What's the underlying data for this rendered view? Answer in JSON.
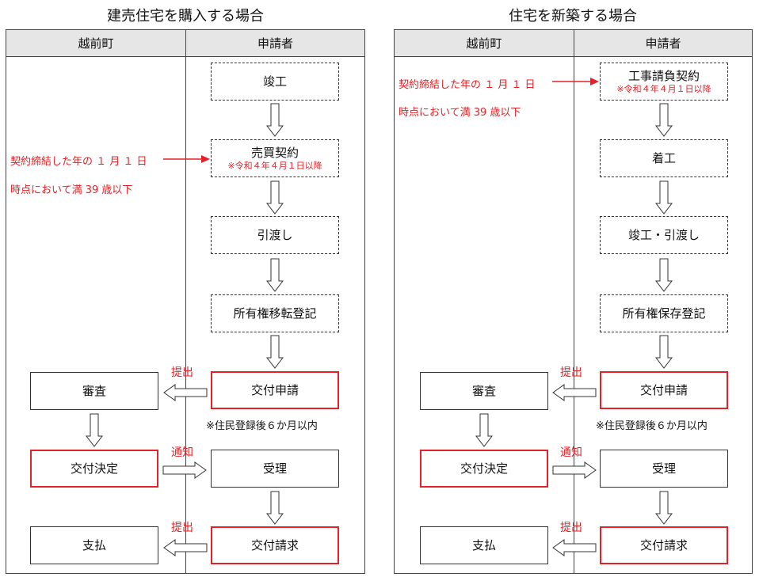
{
  "colors": {
    "accent_red": "#e32126",
    "header_bg": "#e6e6e6",
    "line": "#444444"
  },
  "left": {
    "title": "建売住宅を購入する場合",
    "col_town": "越前町",
    "col_applicant": "申請者",
    "steps": [
      "竣工",
      "売買契約",
      "引渡し",
      "所有権移転登記"
    ],
    "contract_note": "※令和４年４月１日以降",
    "age_line1": "契約締結した年の １ 月 １ 日",
    "age_line2": "時点において満 39 歳以下",
    "apply": "交付申請",
    "apply_note": "※住民登録後６か月以内",
    "review": "審査",
    "decision": "交付決定",
    "receipt": "受理",
    "request": "交付請求",
    "payment": "支払",
    "label_submit": "提出",
    "label_notify": "通知",
    "label_submit2": "提出"
  },
  "right": {
    "title": "住宅を新築する場合",
    "col_town": "越前町",
    "col_applicant": "申請者",
    "steps": [
      "工事請負契約",
      "着工",
      "竣工・引渡し",
      "所有権保存登記"
    ],
    "contract_note": "※令和４年４月１日以降",
    "age_line1": "契約締結した年の １ 月 １ 日",
    "age_line2": "時点において満 39 歳以下",
    "apply": "交付申請",
    "apply_note": "※住民登録後６か月以内",
    "review": "審査",
    "decision": "交付決定",
    "receipt": "受理",
    "request": "交付請求",
    "payment": "支払",
    "label_submit": "提出",
    "label_notify": "通知",
    "label_submit2": "提出"
  }
}
